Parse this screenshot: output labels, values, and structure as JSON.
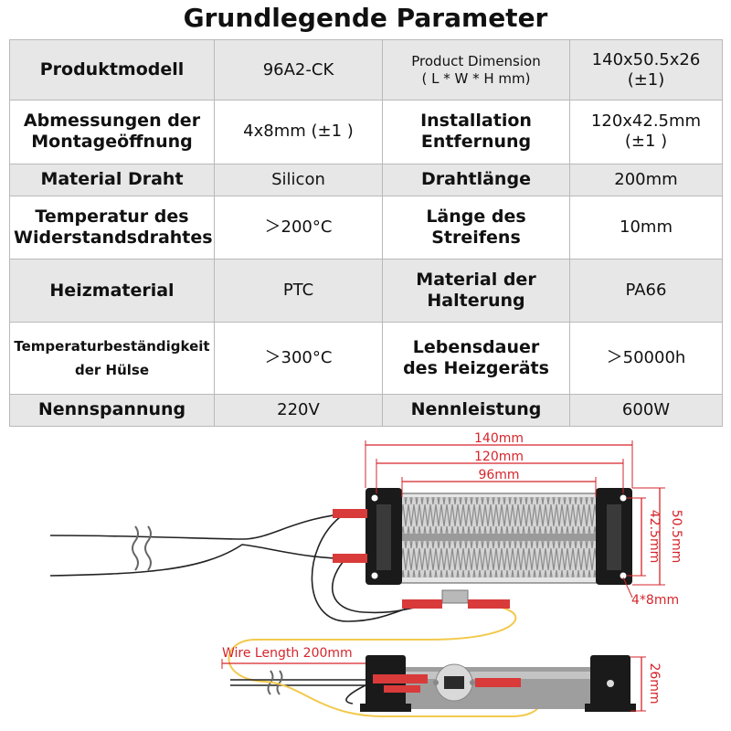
{
  "title": "Grundlegende Parameter",
  "rows": [
    [
      {
        "label": "Produktmodell",
        "value": "96A2-CK"
      },
      {
        "label": "Product Dimension\n( L * W * H mm)",
        "value": "140x50.5x26 (±1)"
      }
    ],
    [
      {
        "label": "Abmessungen der\nMontageöffnung",
        "value": "4x8mm (±1 )"
      },
      {
        "label": "Installation\nEntfernung",
        "value": "120x42.5mm (±1 )"
      }
    ],
    [
      {
        "label": "Material Draht",
        "value": "Silicon"
      },
      {
        "label": "Drahtlänge",
        "value": "200mm"
      }
    ],
    [
      {
        "label": "Temperatur des\nWiderstandsdrahtes",
        "value": "＞200°C"
      },
      {
        "label": "Länge des\nStreifens",
        "value": "10mm"
      }
    ],
    [
      {
        "label": "Heizmaterial",
        "value": "PTC"
      },
      {
        "label": "Material der\nHalterung",
        "value": "PA66"
      }
    ],
    [
      {
        "label": "Temperaturbeständigkeit\nder Hülse",
        "value": "＞300°C"
      },
      {
        "label": "Lebensdauer\ndes Heizgeräts",
        "value": "＞50000h"
      }
    ],
    [
      {
        "label": "Nennspannung",
        "value": "220V"
      },
      {
        "label": "Nennleistung",
        "value": "600W"
      }
    ]
  ],
  "diagram": {
    "dim_length": "140mm",
    "dim_install": "120mm",
    "dim_heating": "96mm",
    "dim_width": "50.5mm",
    "dim_install_width": "42.5mm",
    "dim_hole": "4*8mm",
    "dim_wire_length": "Wire Length 200mm",
    "dim_height": "26mm",
    "colors": {
      "dimension": "#d6252b",
      "bracket": "#1a1a1a",
      "fins": "#8c8c8c",
      "terminal": "#d93a3a",
      "wire_yellow": "#f2c94c"
    }
  }
}
